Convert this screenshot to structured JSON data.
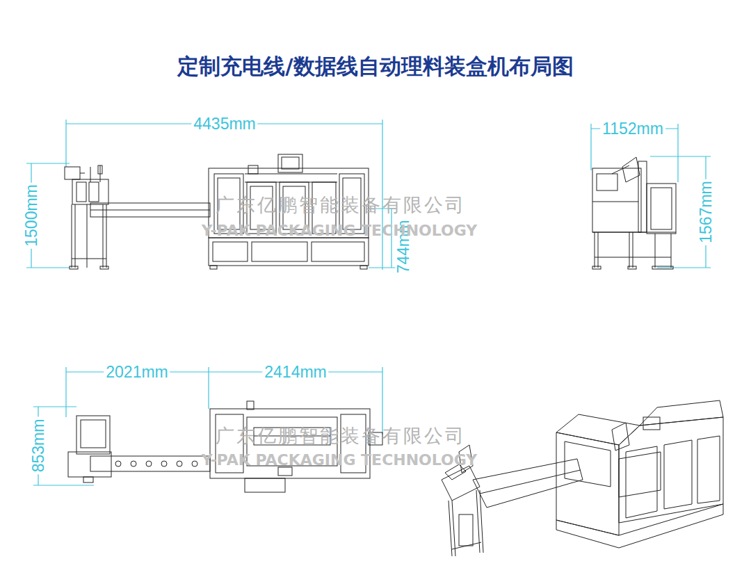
{
  "diagram": {
    "title": "定制充电线/数据线自动理料装盒机布局图",
    "labels": [
      "4435mm",
      "1500mm",
      "744mm",
      "广东亿鹏智能装备有限公司",
      "Y-PAK PACKAGING TECHNOLOGY",
      "1152mm",
      "1567mm",
      "2021mm",
      "2414mm",
      "853mm",
      "广东亿鹏智能装备有限公司",
      "Y-PAK PACKAGING TECHNOLOGY"
    ]
  }
}
